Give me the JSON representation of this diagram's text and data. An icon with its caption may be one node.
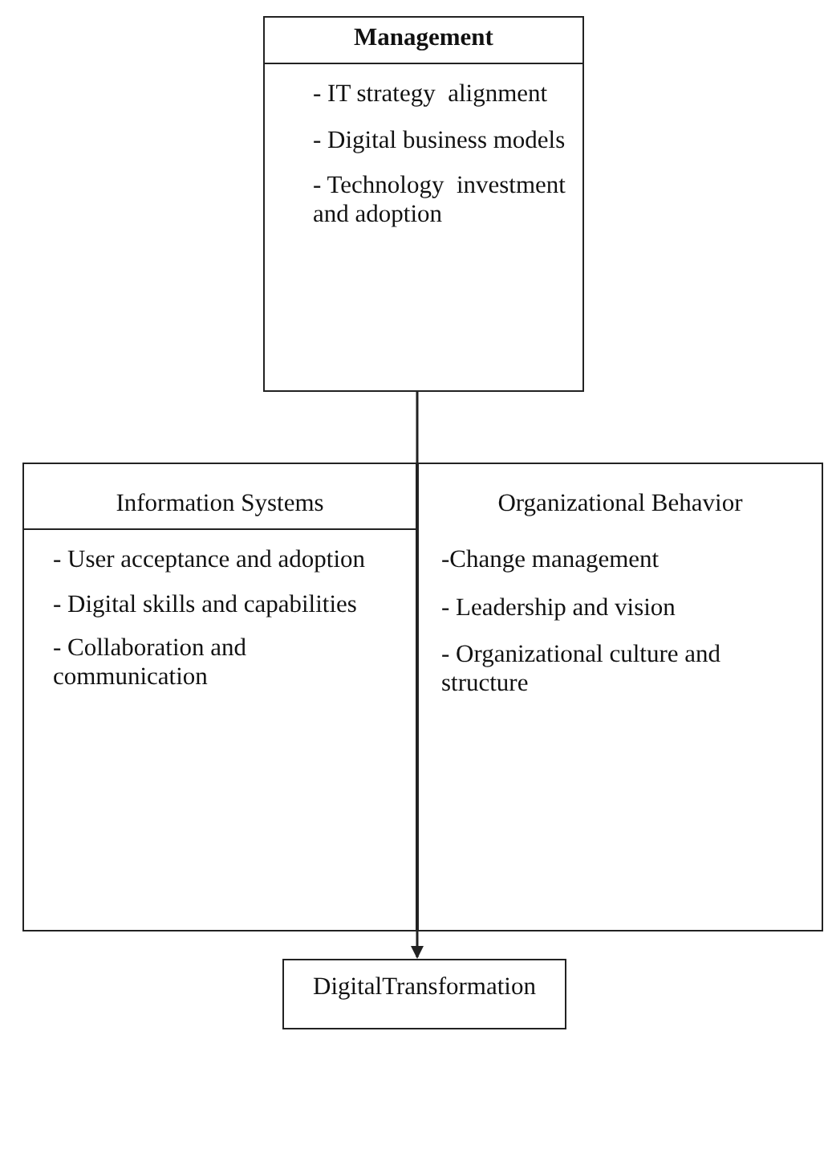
{
  "diagram": {
    "nodes": [
      {
        "text": [
          "Management",
          "- IT strategy  alignment",
          "- Digital business models",
          "- Technology  investment and adoption"
        ]
      },
      {
        "text": [
          "Information Systems",
          "- User acceptance and adoption",
          "- Digital skills and capabilities",
          "- Collaboration and communication"
        ]
      },
      {
        "text": [
          "Organizational Behavior",
          "-Change management",
          "- Leadership and vision",
          "- Organizational culture and structure"
        ]
      },
      {
        "text": [
          "DigitalTransformation"
        ]
      }
    ],
    "edges": [
      {
        "from": 0,
        "to": 3,
        "arrow": "to"
      }
    ]
  }
}
